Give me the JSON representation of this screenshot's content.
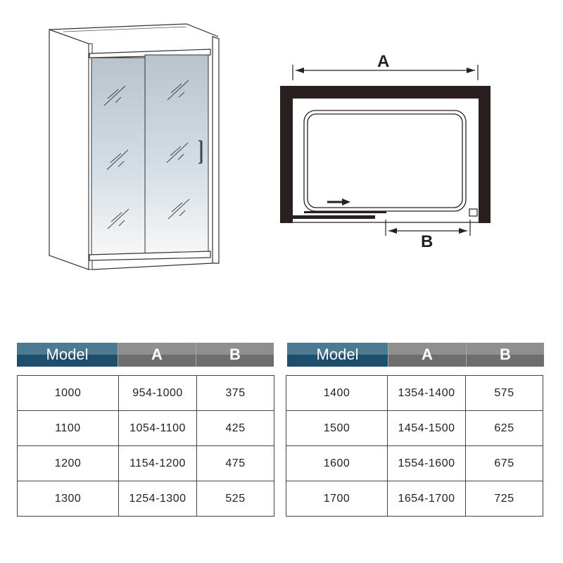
{
  "diagram": {
    "perspective_view": {
      "label": "sliding-shower-door-3d-view"
    },
    "plan_view": {
      "dimension_a_label": "A",
      "dimension_b_label": "B"
    }
  },
  "tables": [
    {
      "headers": {
        "model": "Model",
        "a": "A",
        "b": "B"
      },
      "rows": [
        {
          "model": "1000",
          "a": "954-1000",
          "b": "375"
        },
        {
          "model": "1100",
          "a": "1054-1100",
          "b": "425"
        },
        {
          "model": "1200",
          "a": "1154-1200",
          "b": "475"
        },
        {
          "model": "1300",
          "a": "1254-1300",
          "b": "525"
        }
      ]
    },
    {
      "headers": {
        "model": "Model",
        "a": "A",
        "b": "B"
      },
      "rows": [
        {
          "model": "1400",
          "a": "1354-1400",
          "b": "575"
        },
        {
          "model": "1500",
          "a": "1454-1500",
          "b": "625"
        },
        {
          "model": "1600",
          "a": "1554-1600",
          "b": "675"
        },
        {
          "model": "1700",
          "a": "1654-1700",
          "b": "725"
        }
      ]
    }
  ],
  "colors": {
    "model_header_top": "#4d7a93",
    "model_header_bottom": "#1f4e6c",
    "col_header_top": "#8f8f8f",
    "col_header_bottom": "#6e6e6e",
    "wall": "#2a1f1f"
  }
}
